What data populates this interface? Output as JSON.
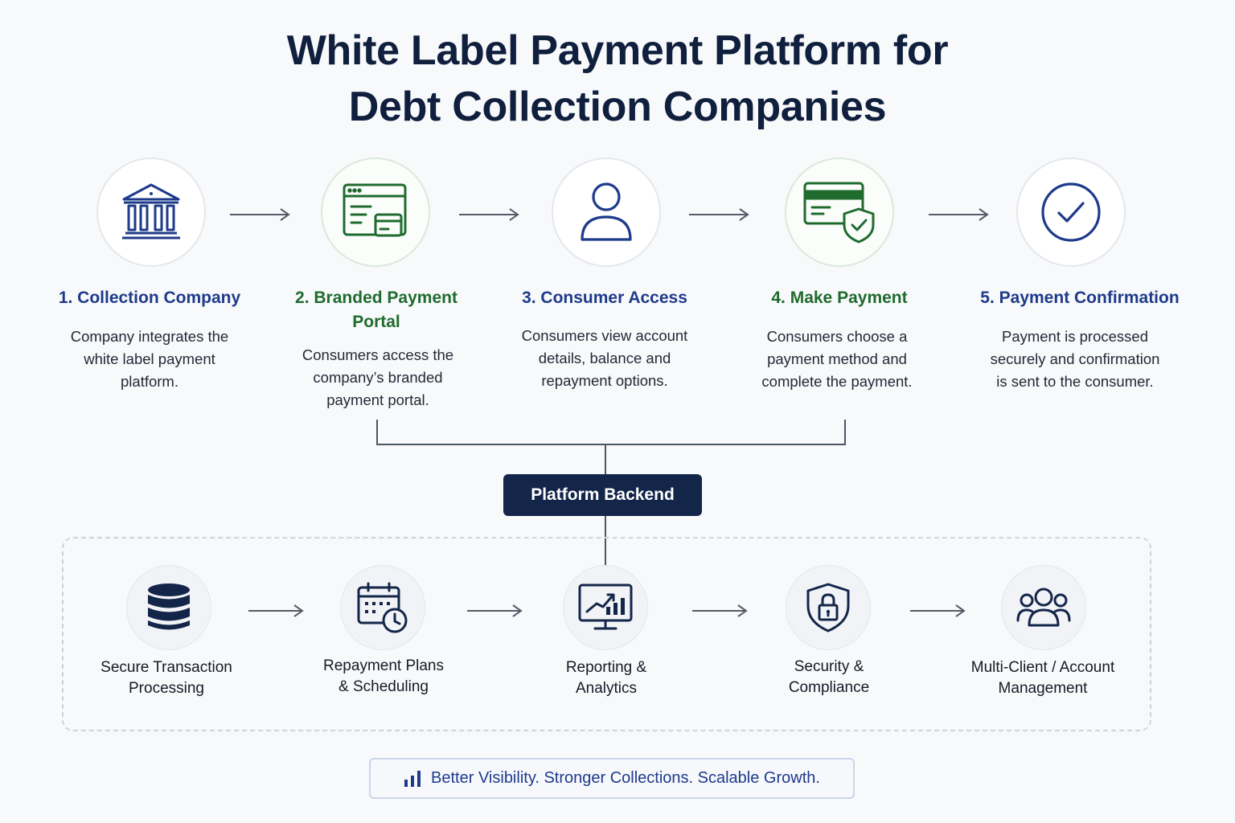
{
  "title": {
    "line1": "White Label Payment Platform for",
    "line2": "Debt Collection Companies"
  },
  "colors": {
    "navy": "#0f1f3d",
    "blue_accent": "#1e3a8a",
    "green_accent": "#1f6b2e",
    "backend_fill": "#13264a"
  },
  "steps": [
    {
      "icon": "bank-icon",
      "title_line1": "1. Collection Company",
      "title_line2": "",
      "desc": [
        "Company integrates the",
        "white label payment",
        "platform."
      ]
    },
    {
      "icon": "browser-card-icon",
      "title_line1": "2. Branded Payment",
      "title_line2": "Portal",
      "desc": [
        "Consumers access the",
        "company’s branded",
        "payment portal."
      ]
    },
    {
      "icon": "user-icon",
      "title_line1": "3. Consumer Access",
      "title_line2": "",
      "desc": [
        "Consumers view account",
        "details, balance and",
        "repayment options."
      ]
    },
    {
      "icon": "card-shield-icon",
      "title_line1": "4. Make Payment",
      "title_line2": "",
      "desc": [
        "Consumers choose a",
        "payment method and",
        "complete the payment."
      ]
    },
    {
      "icon": "check-circle-icon",
      "title_line1": "5. Payment Confirmation",
      "title_line2": "",
      "desc": [
        "Payment is processed",
        "securely and confirmation",
        "is sent to the consumer."
      ]
    }
  ],
  "backend": {
    "label": "Platform Backend",
    "features": [
      {
        "icon": "database-icon",
        "line1": "Secure Transaction",
        "line2": "Processing"
      },
      {
        "icon": "calendar-clock-icon",
        "line1": "Repayment Plans",
        "line2": "& Scheduling"
      },
      {
        "icon": "monitor-chart-icon",
        "line1": "Reporting &",
        "line2": "Analytics"
      },
      {
        "icon": "shield-lock-icon",
        "line1": "Security &",
        "line2": "Compliance"
      },
      {
        "icon": "users-group-icon",
        "line1": "Multi-Client / Account",
        "line2": "Management"
      }
    ]
  },
  "footer": {
    "icon": "bar-chart-icon",
    "text": "Better Visibility. Stronger Collections. Scalable Growth."
  }
}
